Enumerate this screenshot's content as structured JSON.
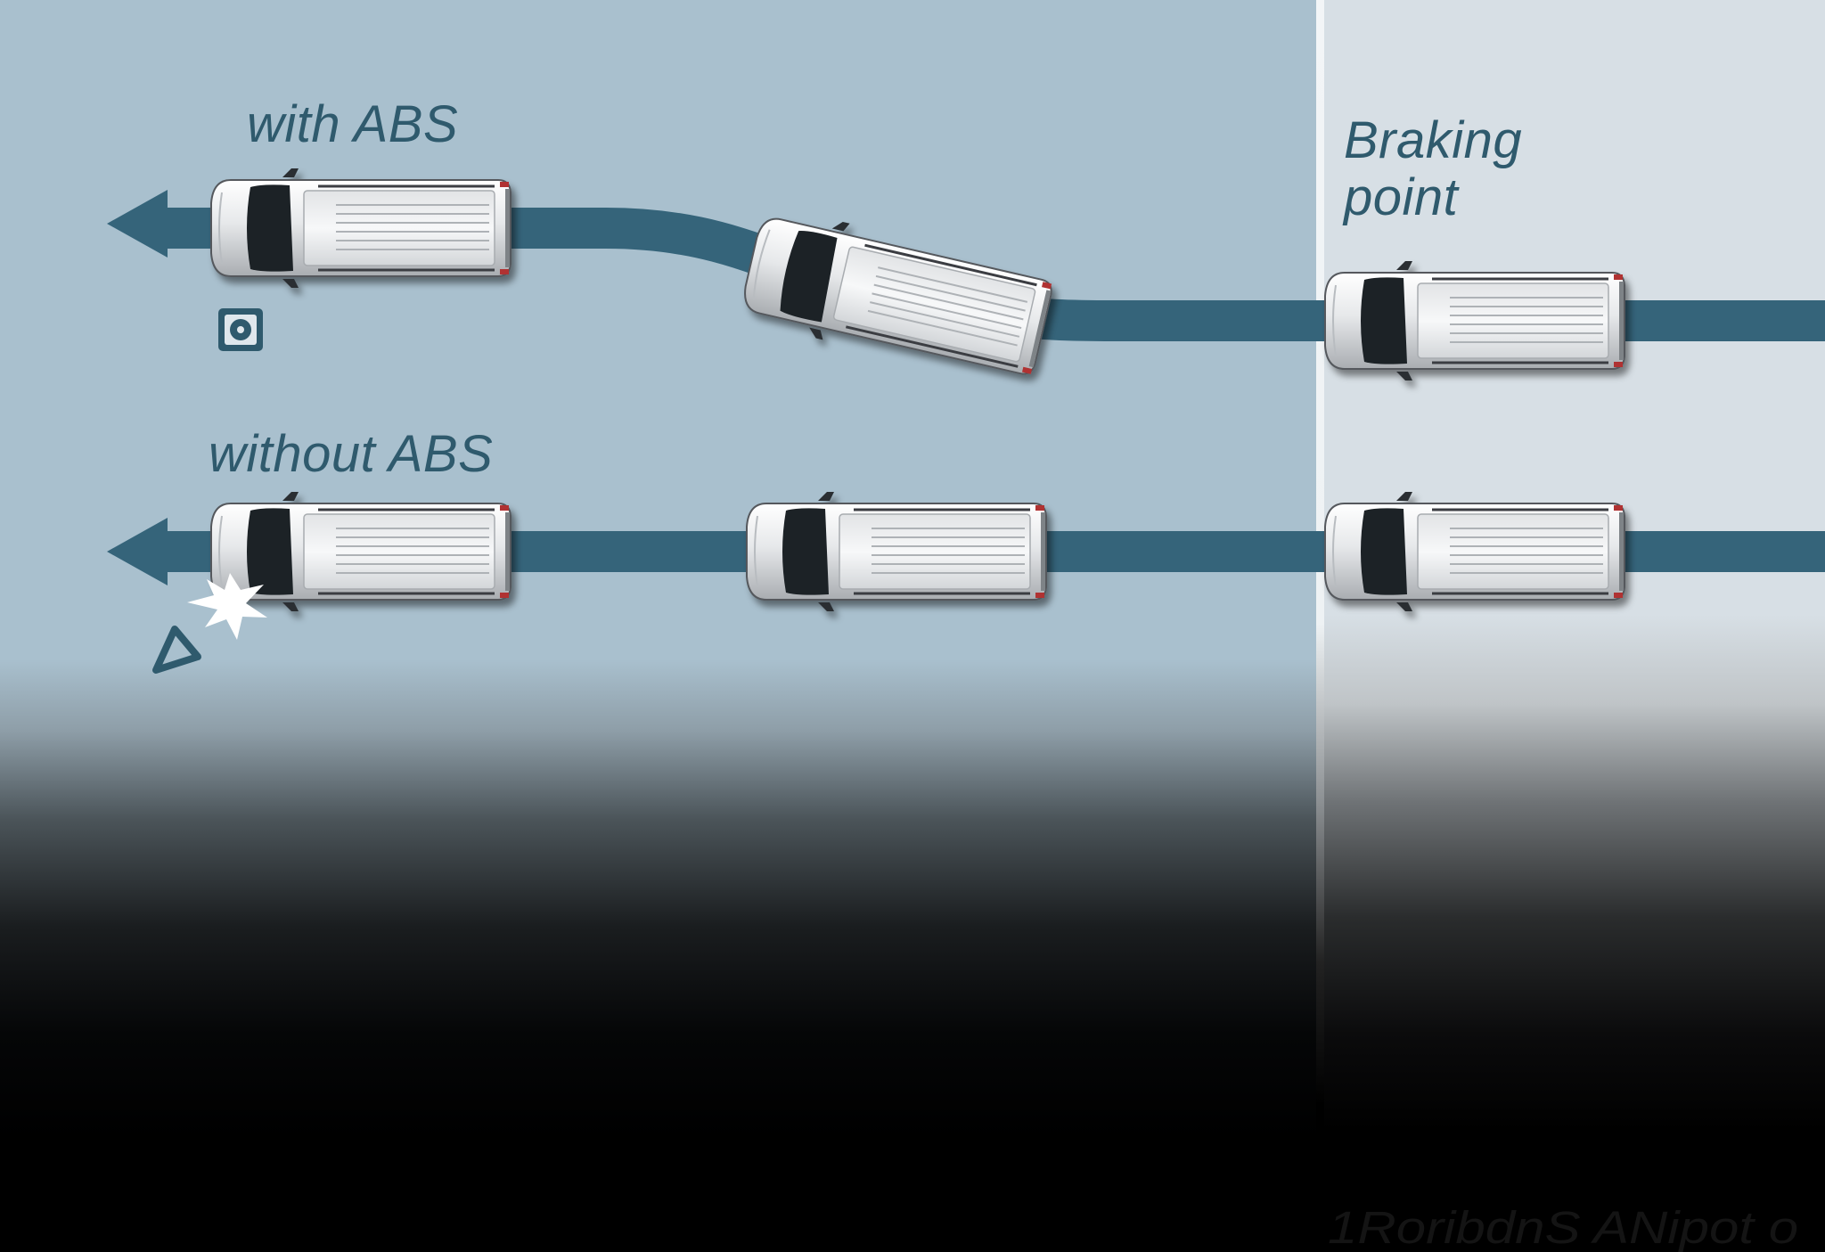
{
  "labels": {
    "with_abs": "with ABS",
    "without_abs": "without ABS",
    "braking_point": "Braking point"
  },
  "bottom_text": "1RoribdnS ANipot o",
  "colors": {
    "track": "#35647a",
    "label": "#2f5a6d",
    "background_upper": "#a9c0ce",
    "background_braking_zone": "#d7dfe5"
  },
  "icons": {
    "abs_icon": "abs-warning-icon",
    "cone_icon": "traffic-cone-icon",
    "impact_icon": "impact-burst-icon"
  }
}
